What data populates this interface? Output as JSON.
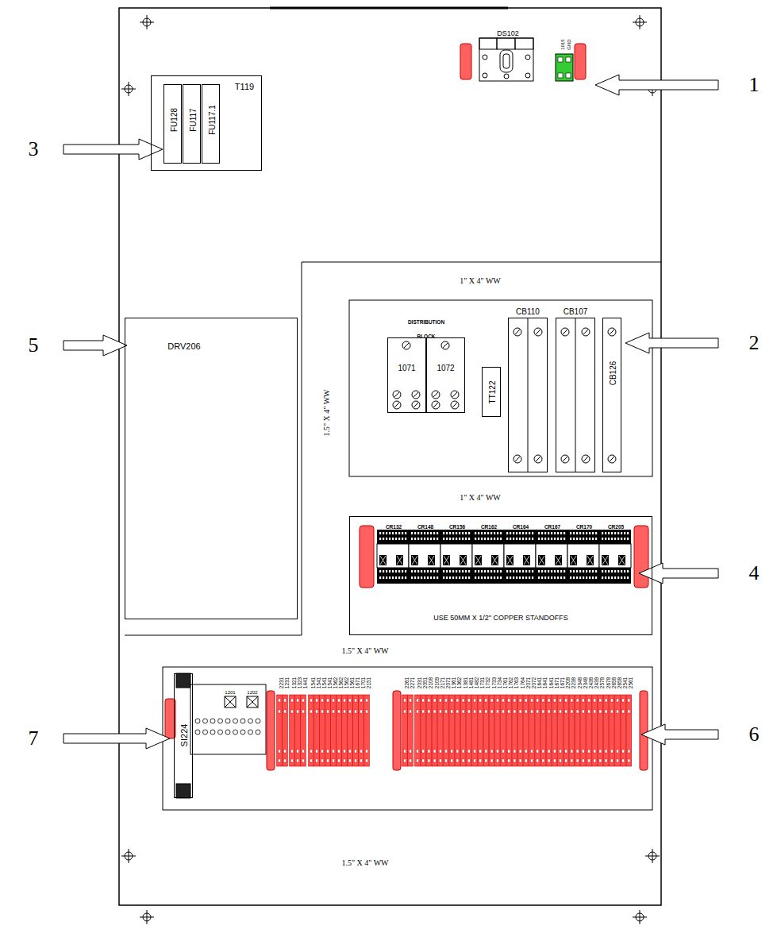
{
  "diagram": {
    "nodes": [
      {
        "text": [
          "T119"
        ]
      },
      {
        "text": [
          "FU128"
        ],
        "in": 0
      },
      {
        "text": [
          "FU117"
        ],
        "in": 0
      },
      {
        "text": [
          "FU117.1"
        ],
        "in": 0
      },
      {
        "text": [
          "DS102",
          "1015",
          "GND"
        ]
      },
      {
        "text": [
          "DRV206"
        ]
      },
      {
        "text": [
          "DISTRIBUTION BLOCK"
        ]
      },
      {
        "text": [
          "1071"
        ],
        "in": 6
      },
      {
        "text": [
          "1072"
        ],
        "in": 6
      },
      {
        "text": [
          "TT122"
        ]
      },
      {
        "text": [
          "CB110"
        ]
      },
      {
        "text": [
          "CB107"
        ]
      },
      {
        "text": [
          "CB126"
        ]
      },
      {
        "text": [
          "USE 50MM X 1/2\" COPPER STANDOFFS"
        ]
      },
      {
        "text": [
          "CR132"
        ],
        "in": 13
      },
      {
        "text": [
          "CR148"
        ],
        "in": 13
      },
      {
        "text": [
          "CR156"
        ],
        "in": 13
      },
      {
        "text": [
          "CR162"
        ],
        "in": 13
      },
      {
        "text": [
          "CR164"
        ],
        "in": 13
      },
      {
        "text": [
          "CR167"
        ],
        "in": 13
      },
      {
        "text": [
          "CR170"
        ],
        "in": 13
      },
      {
        "text": [
          "CR205"
        ],
        "in": 13
      },
      {
        "text": [
          "SI224"
        ]
      }
    ],
    "labels": [
      "1",
      "2",
      "3",
      "4",
      "5",
      "6",
      "7",
      "1\" X 4\" WW",
      "1\" X 4\" WW",
      "1.5\" X 4\" WW",
      "1.5\" X 4\" WW",
      "1.5\" X 4\" WW",
      "1201",
      "1202",
      "2231",
      "1231",
      "1321",
      "1323",
      "1441",
      "1541",
      "1541",
      "1541",
      "1541",
      "1562",
      "1562",
      "1562",
      "1561",
      "1671",
      "1701",
      "2151",
      "2261",
      "2271",
      "2031",
      "2051",
      "2108",
      "2109",
      "2171",
      "2071",
      "1361",
      "1362",
      "1381",
      "1481",
      "1482",
      "1731",
      "1732",
      "1733",
      "1734",
      "1761",
      "1762",
      "1763",
      "1764",
      "2071",
      "2072",
      "1641",
      "1641",
      "1641",
      "1671",
      "1671",
      "2208",
      "2238",
      "2348",
      "2348",
      "2438",
      "2439",
      "2578",
      "2678",
      "2658",
      "2658",
      "2541",
      "2561"
    ]
  }
}
